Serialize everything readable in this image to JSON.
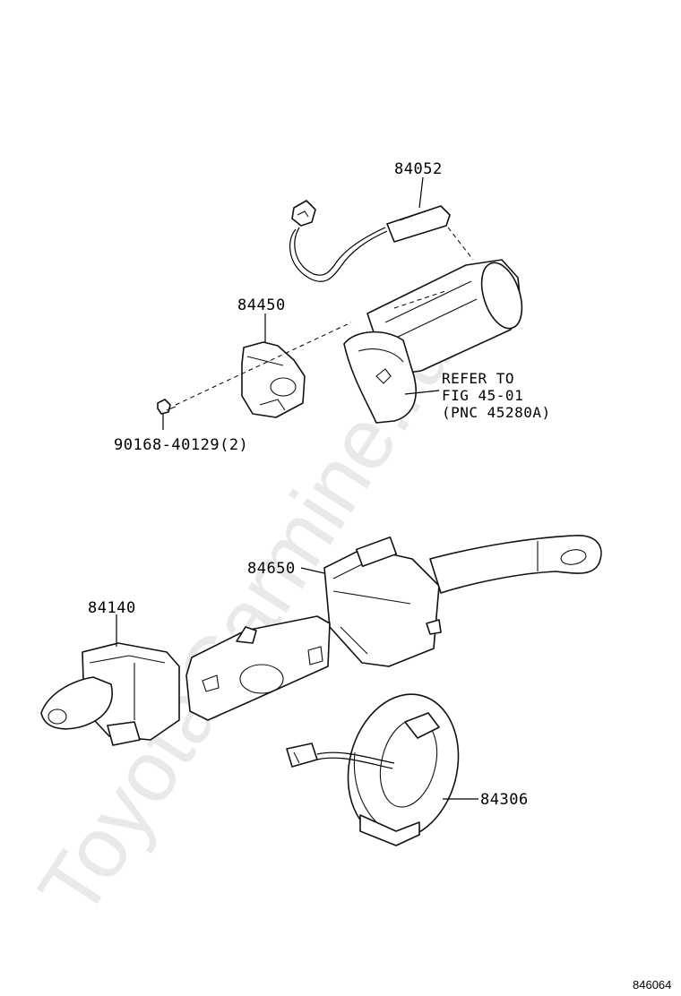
{
  "watermark": "ToyotaCarmine.ru",
  "parts": {
    "p84052": "84052",
    "p84450": "84450",
    "p90168": "90168-40129(2)",
    "p84650": "84650",
    "p84140": "84140",
    "p84306": "84306"
  },
  "note": {
    "line1": "REFER TO",
    "line2": "FIG 45-01",
    "line3": "(PNC 45280A)"
  },
  "figure_id": "846064"
}
